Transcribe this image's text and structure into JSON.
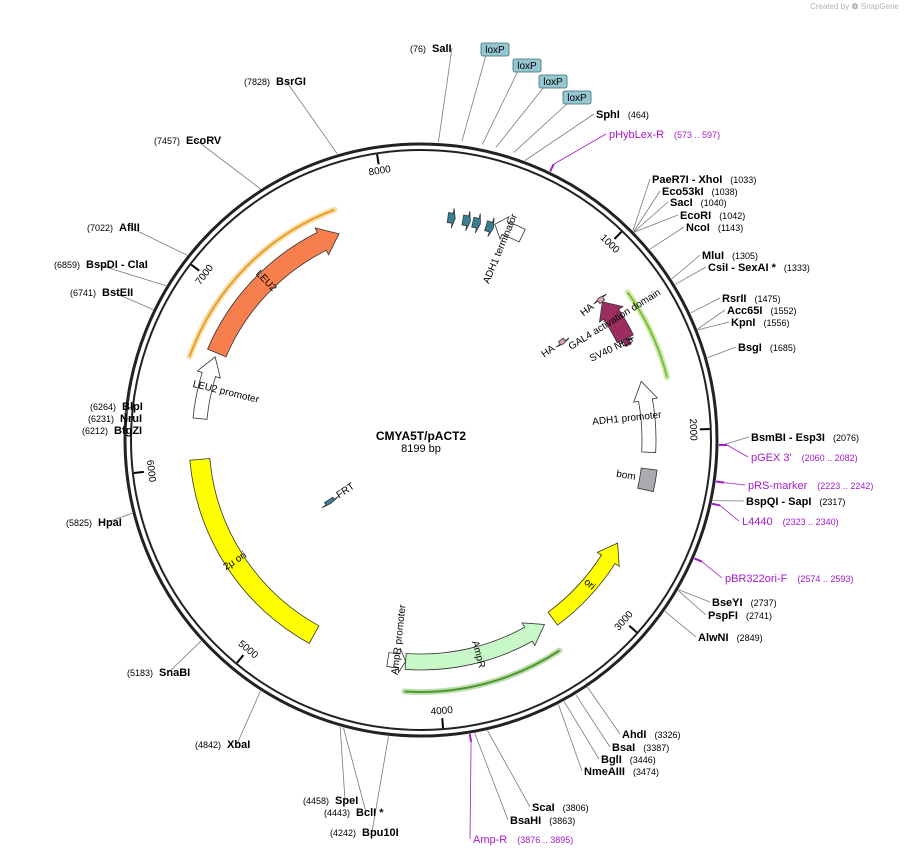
{
  "plasmid": {
    "name": "CMYA5T/pACT2",
    "length_label": "8199 bp",
    "length": 8199
  },
  "brand": {
    "created_by": "Created by",
    "product": "SnapGene"
  },
  "colors": {
    "backbone": "#222222",
    "enzyme_text": "#000000",
    "enzyme_line": "#7a7a7a",
    "primer": "#a21acb",
    "loxp_fill": "#94c7cf",
    "loxp_border": "#3b6e78",
    "leu2": "#f77f4e",
    "two_micron": "#ffff00",
    "ampr": "#c8f7c8",
    "ori": "#ffff00",
    "bom": "#a9abaf",
    "gal4": "#9b2d60",
    "ha": "#d9a3b5",
    "small_feature": "#3a7f91",
    "promoter": "#ffffff",
    "orf_leu2": "#e7a020",
    "orf_gal4": "#78c02c",
    "orf_ampr": "#4a9a2a"
  },
  "ticks": [
    {
      "pos": 1000,
      "label": "1000"
    },
    {
      "pos": 2000,
      "label": "2000"
    },
    {
      "pos": 3000,
      "label": "3000"
    },
    {
      "pos": 4000,
      "label": "4000"
    },
    {
      "pos": 5000,
      "label": "5000"
    },
    {
      "pos": 6000,
      "label": "6000"
    },
    {
      "pos": 7000,
      "label": "7000"
    },
    {
      "pos": 8000,
      "label": "8000"
    }
  ],
  "features": [
    {
      "name": "LEU2",
      "type": "cds",
      "start": 6675,
      "end": 7705,
      "strand": "fwd",
      "radius": 222,
      "width": 20,
      "color": "#f77f4e",
      "show_label": true
    },
    {
      "name": "LEU2 promoter",
      "type": "promoter",
      "start": 6275,
      "end": 6650,
      "strand": "fwd",
      "radius": 222,
      "width": 14,
      "color": "#ffffff",
      "show_label": true
    },
    {
      "name": "2μ ori",
      "type": "rep",
      "start": 4755,
      "end": 6035,
      "strand": "none",
      "radius": 222,
      "width": 20,
      "color": "#ffff00",
      "show_label": true
    },
    {
      "name": "FRT",
      "type": "site",
      "start": 5350,
      "end": 5398,
      "strand": "rev",
      "radius": 110,
      "width": 10,
      "color": "#3a7f91",
      "show_label": true
    },
    {
      "name": "AmpR",
      "type": "cds",
      "start": 3330,
      "end": 4190,
      "strand": "rev",
      "radius": 222,
      "width": 16,
      "color": "#c8f7c8",
      "show_label": true
    },
    {
      "name": "AmpR promoter",
      "type": "promoter",
      "start": 4190,
      "end": 4295,
      "strand": "rev",
      "radius": 222,
      "width": 14,
      "color": "#ffffff",
      "show_label": true
    },
    {
      "name": "ori",
      "type": "rep",
      "start": 2680,
      "end": 3270,
      "strand": "rev",
      "radius": 222,
      "width": 16,
      "color": "#ffff00",
      "show_label": true
    },
    {
      "name": "bom",
      "type": "misc",
      "start": 2215,
      "end": 2335,
      "strand": "none",
      "radius": 230,
      "width": 16,
      "color": "#a9abaf",
      "show_label": true
    },
    {
      "name": "ADH1 promoter",
      "type": "promoter",
      "start": 1710,
      "end": 2120,
      "strand": "rev",
      "radius": 228,
      "width": 14,
      "color": "#ffffff",
      "show_label": true
    },
    {
      "name": "SV40 NLS",
      "type": "misc",
      "start": 1450,
      "end": 1490,
      "strand": "rev",
      "radius": 228,
      "width": 6,
      "color": "#9b2d60",
      "show_label": true
    },
    {
      "name": "GAL4 activation domain",
      "type": "cds",
      "start": 1200,
      "end": 1450,
      "strand": "rev",
      "radius": 228,
      "width": 18,
      "color": "#9b2d60",
      "show_label": true
    },
    {
      "name": "HA",
      "type": "tag",
      "start": 1170,
      "end": 1200,
      "strand": "rev",
      "radius": 228,
      "width": 6,
      "color": "#d9a3b5",
      "show_label": true
    },
    {
      "name": "HA",
      "type": "tag",
      "start": 1240,
      "end": 1275,
      "strand": "fwd",
      "radius": 172,
      "width": 6,
      "color": "#d9a3b5",
      "show_label": true
    },
    {
      "name": "ADH1 terminator",
      "type": "terminator",
      "start": 430,
      "end": 600,
      "strand": "rev",
      "radius": 228,
      "width": 14,
      "color": "#ffffff",
      "show_label": true
    },
    {
      "name": "loxP",
      "type": "site",
      "start": 157,
      "end": 200,
      "strand": "fwd",
      "radius": 224,
      "width": 10,
      "color": "#3a7f91",
      "show_label": false
    },
    {
      "name": "loxP",
      "type": "site",
      "start": 245,
      "end": 290,
      "strand": "fwd",
      "radius": 224,
      "width": 10,
      "color": "#3a7f91",
      "show_label": false
    },
    {
      "name": "loxP",
      "type": "site",
      "start": 305,
      "end": 350,
      "strand": "fwd",
      "radius": 224,
      "width": 10,
      "color": "#3a7f91",
      "show_label": false
    },
    {
      "name": "loxP",
      "type": "site",
      "start": 385,
      "end": 430,
      "strand": "fwd",
      "radius": 224,
      "width": 10,
      "color": "#3a7f91",
      "show_label": false
    }
  ],
  "orfs": [
    {
      "start": 6600,
      "end": 7730,
      "strand": "fwd",
      "radius": 246,
      "color": "#e7a020"
    },
    {
      "start": 1240,
      "end": 1725,
      "strand": "rev",
      "radius": 254,
      "color": "#78c02c"
    },
    {
      "start": 3340,
      "end": 4185,
      "strand": "rev",
      "radius": 252,
      "color": "#4a9a2a"
    }
  ],
  "loxp_labels": [
    {
      "text": "loxP",
      "target": 178
    },
    {
      "text": "loxP",
      "target": 267
    },
    {
      "text": "loxP",
      "target": 327
    },
    {
      "text": "loxP",
      "target": 407
    }
  ],
  "enzymes": [
    {
      "name": "SalI",
      "pos": "(76)",
      "target": 76,
      "side": "left"
    },
    {
      "name": "SphI",
      "pos": "(464)",
      "target": 464,
      "side": "right"
    },
    {
      "name": "PaeR7I - XhoI",
      "pos": "(1033)",
      "target": 1033,
      "side": "right"
    },
    {
      "name": "Eco53kI",
      "pos": "(1038)",
      "target": 1038,
      "side": "right"
    },
    {
      "name": "SacI",
      "pos": "(1040)",
      "target": 1040,
      "side": "right"
    },
    {
      "name": "EcoRI",
      "pos": "(1042)",
      "target": 1042,
      "side": "right"
    },
    {
      "name": "NcoI",
      "pos": "(1143)",
      "target": 1143,
      "side": "right"
    },
    {
      "name": "MluI",
      "pos": "(1305)",
      "target": 1305,
      "side": "right"
    },
    {
      "name": "CsiI - SexAI *",
      "pos": "(1333)",
      "target": 1333,
      "side": "right"
    },
    {
      "name": "RsrII",
      "pos": "(1475)",
      "target": 1475,
      "side": "right"
    },
    {
      "name": "Acc65I",
      "pos": "(1552)",
      "target": 1552,
      "side": "right"
    },
    {
      "name": "KpnI",
      "pos": "(1556)",
      "target": 1556,
      "side": "right"
    },
    {
      "name": "BsgI",
      "pos": "(1685)",
      "target": 1685,
      "side": "right"
    },
    {
      "name": "BsmBI - Esp3I",
      "pos": "(2076)",
      "target": 2076,
      "side": "right"
    },
    {
      "name": "BspQI - SapI",
      "pos": "(2317)",
      "target": 2317,
      "side": "right"
    },
    {
      "name": "BseYI",
      "pos": "(2737)",
      "target": 2737,
      "side": "right"
    },
    {
      "name": "PspFI",
      "pos": "(2741)",
      "target": 2741,
      "side": "right"
    },
    {
      "name": "AlwNI",
      "pos": "(2849)",
      "target": 2849,
      "side": "right"
    },
    {
      "name": "AhdI",
      "pos": "(3326)",
      "target": 3326,
      "side": "right"
    },
    {
      "name": "BsaI",
      "pos": "(3387)",
      "target": 3387,
      "side": "right"
    },
    {
      "name": "BglI",
      "pos": "(3446)",
      "target": 3446,
      "side": "right"
    },
    {
      "name": "NmeAIII",
      "pos": "(3474)",
      "target": 3474,
      "side": "right"
    },
    {
      "name": "ScaI",
      "pos": "(3806)",
      "target": 3806,
      "side": "right"
    },
    {
      "name": "BsaHI",
      "pos": "(3863)",
      "target": 3863,
      "side": "right"
    },
    {
      "name": "Bpu10I",
      "pos": "(4242)",
      "target": 4242,
      "side": "left"
    },
    {
      "name": "BclI *",
      "pos": "(4443)",
      "target": 4443,
      "side": "left"
    },
    {
      "name": "SpeI",
      "pos": "(4458)",
      "target": 4458,
      "side": "left"
    },
    {
      "name": "XbaI",
      "pos": "(4842)",
      "target": 4842,
      "side": "left"
    },
    {
      "name": "SnaBI",
      "pos": "(5183)",
      "target": 5183,
      "side": "left"
    },
    {
      "name": "HpaI",
      "pos": "(5825)",
      "target": 5825,
      "side": "left"
    },
    {
      "name": "BtgZI",
      "pos": "(6212)",
      "target": 6212,
      "side": "left"
    },
    {
      "name": "NruI",
      "pos": "(6231)",
      "target": 6231,
      "side": "left"
    },
    {
      "name": "BlpI",
      "pos": "(6264)",
      "target": 6264,
      "side": "left"
    },
    {
      "name": "BstEII",
      "pos": "(6741)",
      "target": 6741,
      "side": "left"
    },
    {
      "name": "BspDI - ClaI",
      "pos": "(6859)",
      "target": 6859,
      "side": "left"
    },
    {
      "name": "AflII",
      "pos": "(7022)",
      "target": 7022,
      "side": "left"
    },
    {
      "name": "EcoRV",
      "pos": "(7457)",
      "target": 7457,
      "side": "left"
    },
    {
      "name": "BsrGI",
      "pos": "(7828)",
      "target": 7828,
      "side": "left"
    }
  ],
  "primers": [
    {
      "name": "pHybLex-R",
      "range": "(573 .. 597)",
      "target": 585
    },
    {
      "name": "pGEX 3'",
      "range": "(2060 .. 2082)",
      "target": 2071
    },
    {
      "name": "pRS-marker",
      "range": "(2223 .. 2242)",
      "target": 2232
    },
    {
      "name": "L4440",
      "range": "(2323 .. 2340)",
      "target": 2331
    },
    {
      "name": "pBR322ori-F",
      "range": "(2574 .. 2593)",
      "target": 2583
    },
    {
      "name": "Amp-R",
      "range": "(3876 .. 3895)",
      "target": 3885
    }
  ]
}
